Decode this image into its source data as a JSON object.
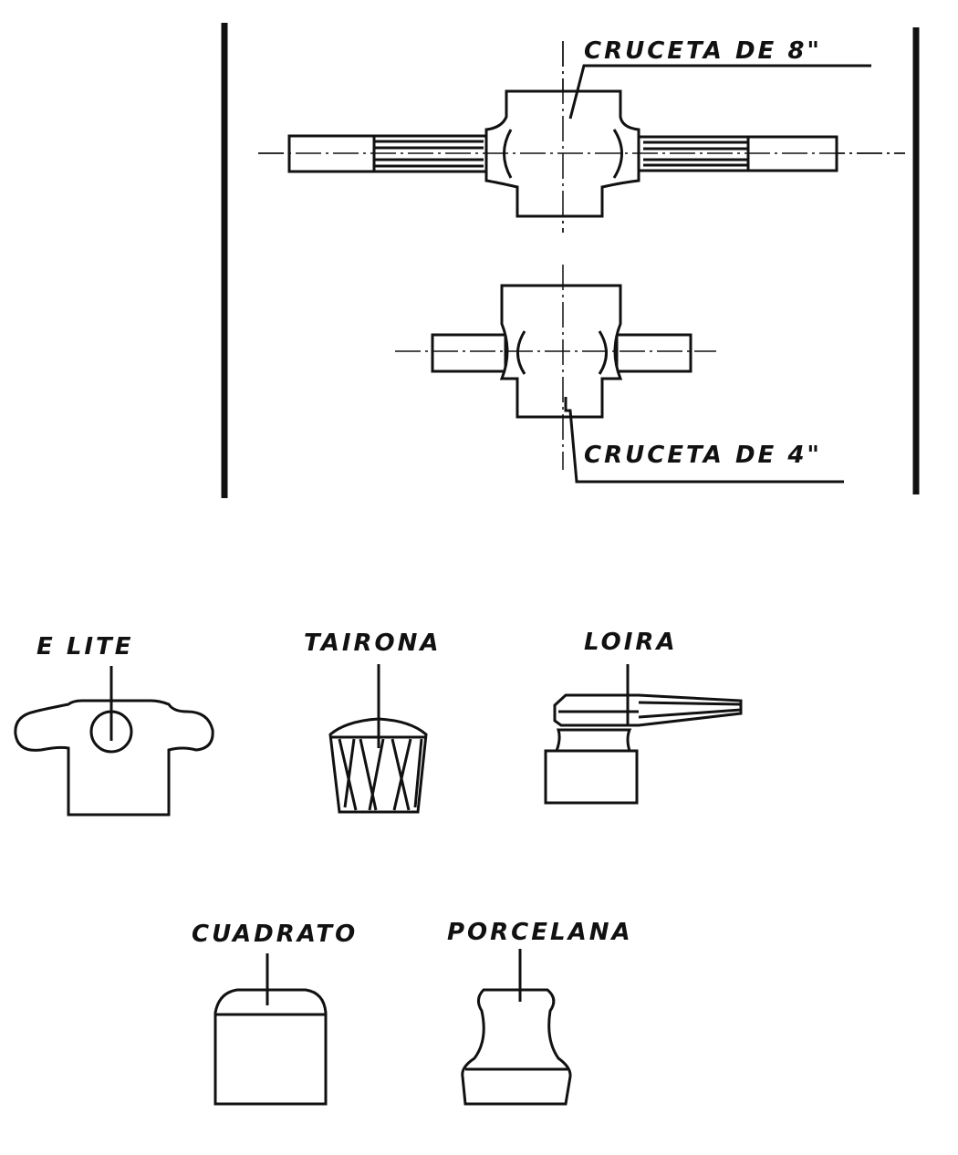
{
  "diagram": {
    "crossheads": {
      "cruceta_8": "CRUCETA DE 8\"",
      "cruceta_4": "CRUCETA DE 4\""
    },
    "handles": [
      {
        "label": "E LITE"
      },
      {
        "label": "TAIRONA"
      },
      {
        "label": "LOIRA"
      },
      {
        "label": "CUADRATO"
      },
      {
        "label": "PORCELANA"
      }
    ],
    "colors": {
      "ink": "#111111",
      "paper": "#ffffff"
    }
  }
}
